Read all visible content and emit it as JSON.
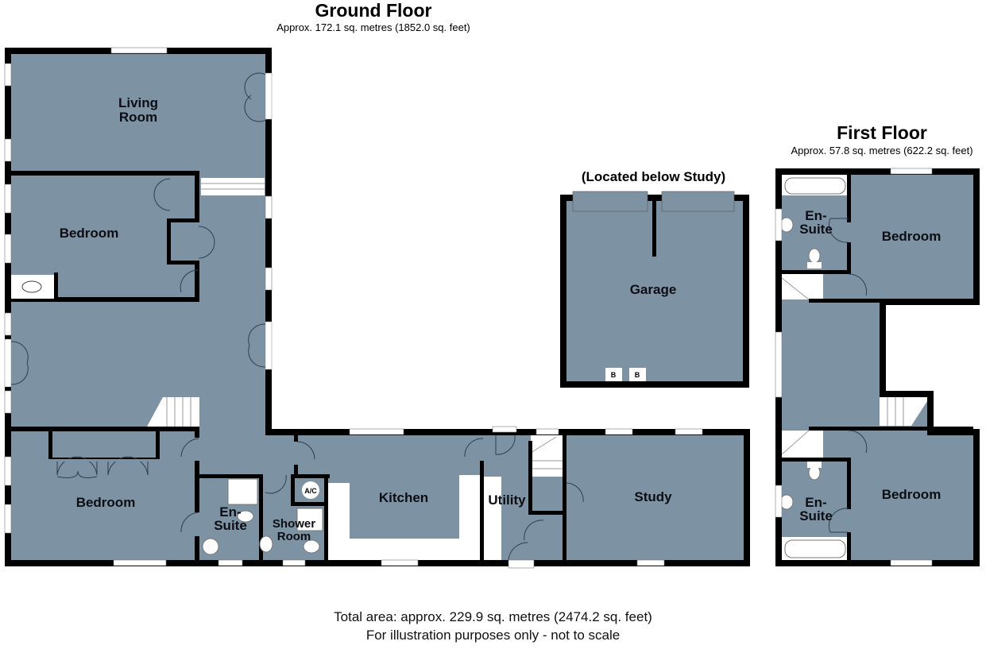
{
  "ground_floor": {
    "title": "Ground Floor",
    "area": "Approx. 172.1 sq. metres (1852.0 sq. feet)",
    "rooms": [
      {
        "name": "living-room",
        "label_lines": [
          "Living",
          "Room"
        ]
      },
      {
        "name": "bedroom-1",
        "label_lines": [
          "Bedroom"
        ]
      },
      {
        "name": "bedroom-2",
        "label_lines": [
          "Bedroom"
        ]
      },
      {
        "name": "en-suite",
        "label_lines": [
          "En-",
          "Suite"
        ]
      },
      {
        "name": "shower-room",
        "label_lines": [
          "Shower",
          "Room"
        ]
      },
      {
        "name": "kitchen",
        "label_lines": [
          "Kitchen"
        ]
      },
      {
        "name": "utility",
        "label_lines": [
          "Utility"
        ]
      },
      {
        "name": "study",
        "label_lines": [
          "Study"
        ]
      }
    ],
    "ac_label": "A/C"
  },
  "garage": {
    "caption": "(Located below Study)",
    "label": "Garage",
    "boiler_labels": [
      "B",
      "B"
    ]
  },
  "first_floor": {
    "title": "First Floor",
    "area": "Approx. 57.8 sq. metres (622.2 sq. feet)",
    "rooms": [
      {
        "name": "en-suite-upper",
        "label_lines": [
          "En-",
          "Suite"
        ]
      },
      {
        "name": "bedroom-upper",
        "label_lines": [
          "Bedroom"
        ]
      },
      {
        "name": "en-suite-lower",
        "label_lines": [
          "En-",
          "Suite"
        ]
      },
      {
        "name": "bedroom-lower",
        "label_lines": [
          "Bedroom"
        ]
      }
    ]
  },
  "footer": {
    "total_area": "Total area: approx. 229.9 sq. metres (2474.2 sq. feet)",
    "disclaimer": "For illustration purposes only - not to scale"
  },
  "colors": {
    "floor": "#7d93a3",
    "wall": "#000000",
    "fixture": "#ffffff"
  }
}
